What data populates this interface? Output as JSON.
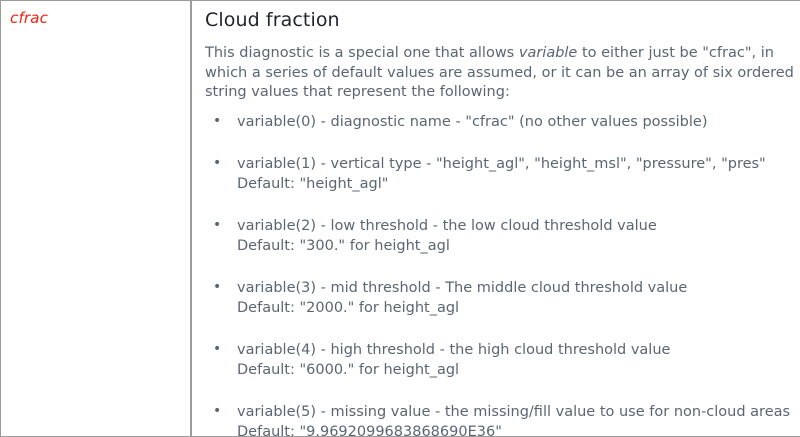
{
  "row": {
    "name": "cfrac",
    "name_color": "#ee2211"
  },
  "section": {
    "title": "Cloud fraction",
    "intro": {
      "line1_a": "This diagnostic is a special one that allows ",
      "line1_em": "variable",
      "line1_b": " to either just be \"cfrac\", in",
      "line2": "which a series of default values are assumed, or it can be an array of six ordered",
      "line3": "string values that represent the following:"
    },
    "items": [
      {
        "main": "variable(0) - diagnostic name - \"cfrac\" (no other values possible)",
        "default": ""
      },
      {
        "main": "variable(1) - vertical type - \"height_agl\", \"height_msl\", \"pressure\", \"pres\"",
        "default": "Default: \"height_agl\""
      },
      {
        "main": "variable(2) - low threshold - the low cloud threshold value",
        "default": "Default: \"300.\" for height_agl"
      },
      {
        "main": "variable(3) - mid threshold - The middle cloud threshold value",
        "default": "Default: \"2000.\" for height_agl"
      },
      {
        "main": "variable(4) - high threshold - the high cloud threshold value",
        "default": "Default: \"6000.\" for height_agl"
      },
      {
        "main": "variable(5) - missing value - the missing/fill value to use for non-cloud areas",
        "default": "Default: \"9.9692099683868690E36\""
      }
    ]
  }
}
